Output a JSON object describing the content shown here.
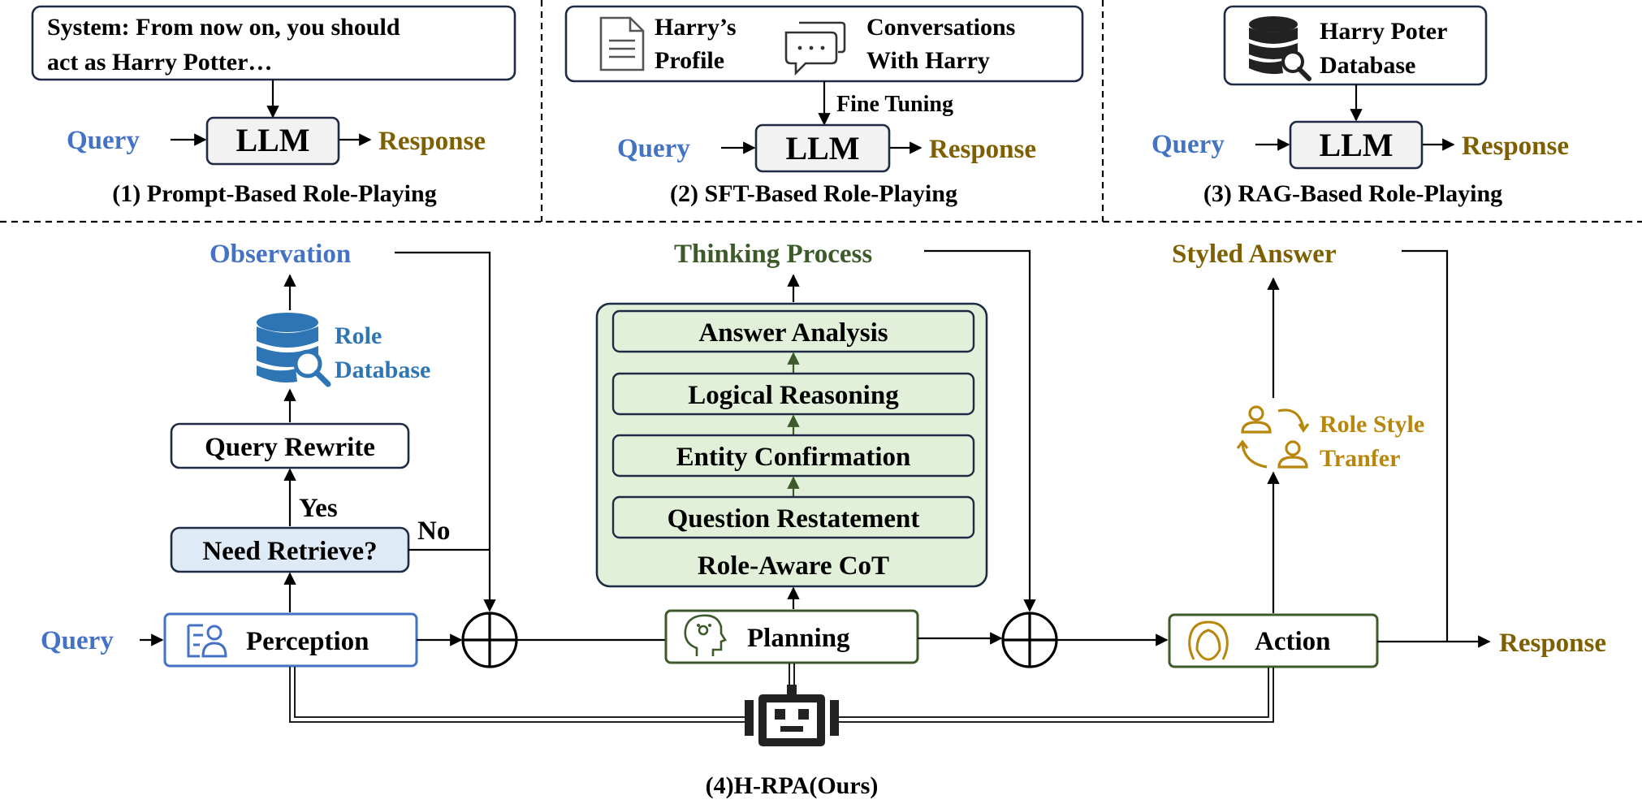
{
  "panel1": {
    "system_line1": "System: From now on, you should",
    "system_line2": "act as Harry Potter…",
    "query": "Query",
    "llm": "LLM",
    "response": "Response",
    "caption": "(1) Prompt-Based Role-Playing"
  },
  "panel2": {
    "profile_line1": "Harry’s",
    "profile_line2": "Profile",
    "conv_line1": "Conversations",
    "conv_line2": "With Harry",
    "fine_tuning": "Fine Tuning",
    "query": "Query",
    "llm": "LLM",
    "response": "Response",
    "caption": "(2) SFT-Based Role-Playing"
  },
  "panel3": {
    "db_line1": "Harry Poter",
    "db_line2": "Database",
    "query": "Query",
    "llm": "LLM",
    "response": "Response",
    "caption": "(3) RAG-Based Role-Playing"
  },
  "panel4": {
    "observation": "Observation",
    "role_db_line1": "Role",
    "role_db_line2": "Database",
    "query_rewrite": "Query Rewrite",
    "yes": "Yes",
    "no": "No",
    "need_retrieve": "Need Retrieve?",
    "query": "Query",
    "perception": "Perception",
    "thinking_process": "Thinking Process",
    "cot_steps": [
      "Answer Analysis",
      "Logical Reasoning",
      "Entity Confirmation",
      "Question Restatement"
    ],
    "cot_title": "Role-Aware CoT",
    "planning": "Planning",
    "styled_answer": "Styled Answer",
    "style_line1": "Role Style",
    "style_line2": "Tranfer",
    "action": "Action",
    "response": "Response",
    "caption": "(4)H-RPA(Ours)"
  },
  "colors": {
    "query_blue": "#4472c4",
    "response_gold": "#7f6000",
    "thinking_green": "#3d5a2b",
    "role_db_blue": "#2e75b6",
    "style_gold": "#b8860b",
    "cot_fill": "#e2efd9",
    "need_retrieve_fill": "#deebf7"
  },
  "icons": [
    "document-icon",
    "chat-bubbles-icon",
    "database-search-icon",
    "perception-icon",
    "brain-head-icon",
    "woman-face-icon",
    "role-swap-icon",
    "robot-icon",
    "circle-plus-icon"
  ]
}
